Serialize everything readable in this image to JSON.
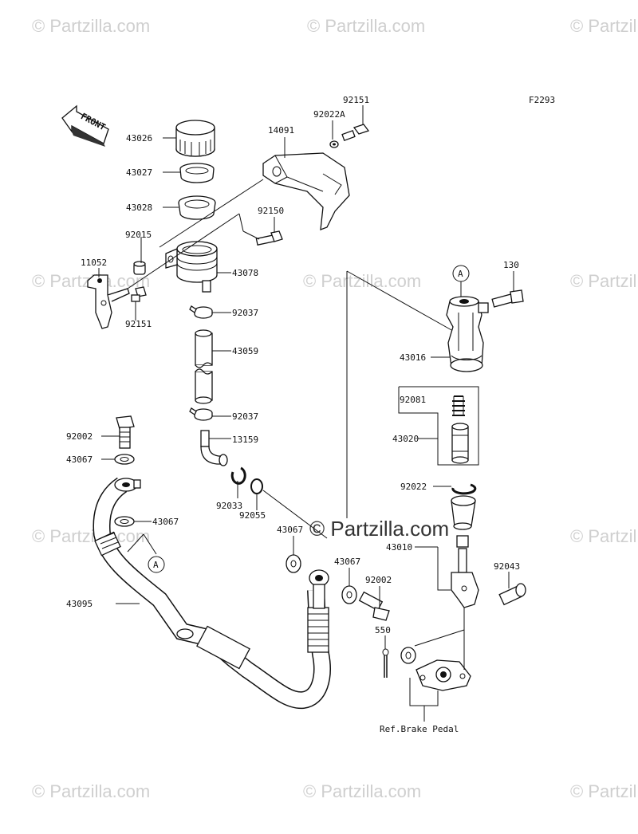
{
  "figure_code": "F2293",
  "front_label": "FRONT",
  "ref_label": "Ref.Brake Pedal",
  "marker_a": "A",
  "watermark_text": "© Partzilla.com",
  "watermark_center": "© Partzilla.com",
  "parts": {
    "p43026": "43026",
    "p43027": "43027",
    "p43028": "43028",
    "p14091": "14091",
    "p92022A": "92022A",
    "p92151_top": "92151",
    "p92150": "92150",
    "p11052": "11052",
    "p92015": "92015",
    "p43078": "43078",
    "p92151_left": "92151",
    "p92037_a": "92037",
    "p43059": "43059",
    "p92037_b": "92037",
    "p13159": "13159",
    "p92002_left": "92002",
    "p43067_a": "43067",
    "p92033": "92033",
    "p92055": "92055",
    "p43067_b": "43067",
    "p43095": "43095",
    "p43067_c": "43067",
    "p43067_d": "43067",
    "p92002_mid": "92002",
    "p550": "550",
    "p130": "130",
    "p43016": "43016",
    "p92081": "92081",
    "p43020": "43020",
    "p92022": "92022",
    "p43010": "43010",
    "p92043": "92043"
  }
}
